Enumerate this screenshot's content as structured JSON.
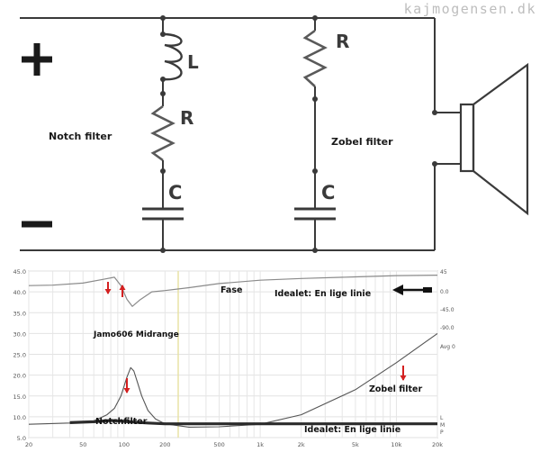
{
  "watermark": "kajmogensen.dk",
  "schematic": {
    "plus_symbol": "+",
    "minus_symbol": "−",
    "inductor_label": "L",
    "notch_resistor_label": "R",
    "notch_capacitor_label": "C",
    "zobel_resistor_label": "R",
    "zobel_capacitor_label": "C",
    "notch_caption": "Notch filter",
    "zobel_caption": "Zobel filter",
    "wire_color": "#3a3a3a",
    "resistor_color": "#5a5a5a"
  },
  "chart_data": {
    "type": "line",
    "x_scale": "log",
    "xlim": [
      20,
      20000
    ],
    "ylim": [
      5,
      45
    ],
    "y_ticks": [
      "45.0",
      "40.0",
      "35.0",
      "30.0",
      "25.0",
      "20.0",
      "15.0",
      "10.0",
      "5.0"
    ],
    "x_ticks": [
      "20",
      "50",
      "100",
      "200",
      "500",
      "1k",
      "2k",
      "5k",
      "10k",
      "20k"
    ],
    "right_ticks": [
      "45",
      "0.0",
      "-45.0",
      "-90.0",
      "Avg 0"
    ],
    "side_marker": "L M P",
    "grid": true,
    "annotations": {
      "phase": "Fase",
      "ideal_phase": "Idealet: En lige linie",
      "driver": "Jamo606 Midrange",
      "zobel": "Zobel filter",
      "notch": "Notchfilter",
      "ideal_impedance": "Idealet: En lige linie"
    },
    "arrow_color": "#d42020",
    "series": [
      {
        "role": "phase",
        "color": "#8a8a8a",
        "x": [
          20,
          30,
          50,
          70,
          85,
          95,
          105,
          115,
          130,
          160,
          200,
          300,
          500,
          1000,
          2000,
          5000,
          10000,
          20000
        ],
        "y": [
          41.5,
          41.6,
          42.1,
          43.0,
          43.5,
          41.5,
          38.2,
          36.5,
          38.0,
          40.0,
          40.3,
          41.0,
          42.0,
          42.8,
          43.2,
          43.6,
          43.9,
          44.0
        ]
      },
      {
        "role": "impedance-without-filters",
        "color": "#555555",
        "x": [
          20,
          40,
          60,
          75,
          85,
          95,
          105,
          112,
          118,
          125,
          135,
          150,
          170,
          200,
          300,
          500,
          1000,
          2000,
          5000,
          10000,
          20000
        ],
        "y": [
          8.2,
          8.5,
          9.0,
          10.5,
          12.0,
          15.0,
          19.5,
          21.8,
          21.0,
          18.5,
          15.0,
          11.5,
          9.5,
          8.3,
          7.5,
          7.6,
          8.2,
          10.5,
          16.5,
          23.0,
          30.0
        ]
      },
      {
        "role": "impedance-with-filters",
        "color": "#2b2b2b",
        "x": [
          40,
          60,
          80,
          100,
          120,
          150,
          200,
          1000,
          2000,
          5000,
          10000,
          20000
        ],
        "y": [
          8.6,
          8.8,
          9.1,
          8.9,
          8.7,
          8.5,
          8.3,
          8.3,
          8.3,
          8.3,
          8.3,
          8.3
        ]
      }
    ]
  }
}
